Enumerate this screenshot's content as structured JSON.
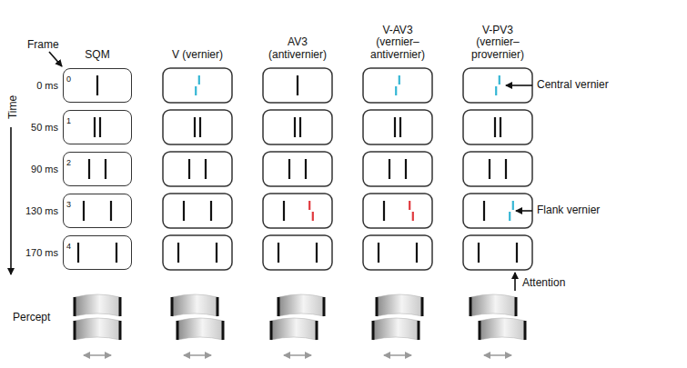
{
  "diagram": {
    "nodes": [
      {
        "text": [
          "0"
        ]
      },
      {
        "text": [
          "1"
        ]
      },
      {
        "text": [
          "2"
        ]
      },
      {
        "text": [
          "3"
        ]
      },
      {
        "text": [
          "4"
        ]
      }
    ],
    "labels": [
      "Frame",
      "SQM",
      "V (vernier)",
      "AV3 (antivernier)",
      "V-AV3 (vernier– antivernier)",
      "V-PV3 (vernier– provernier)",
      "0 ms",
      "50 ms",
      "90 ms",
      "130 ms",
      "170 ms",
      "Time",
      "Central vernier",
      "Flank vernier",
      "Attention",
      "Percept"
    ]
  }
}
